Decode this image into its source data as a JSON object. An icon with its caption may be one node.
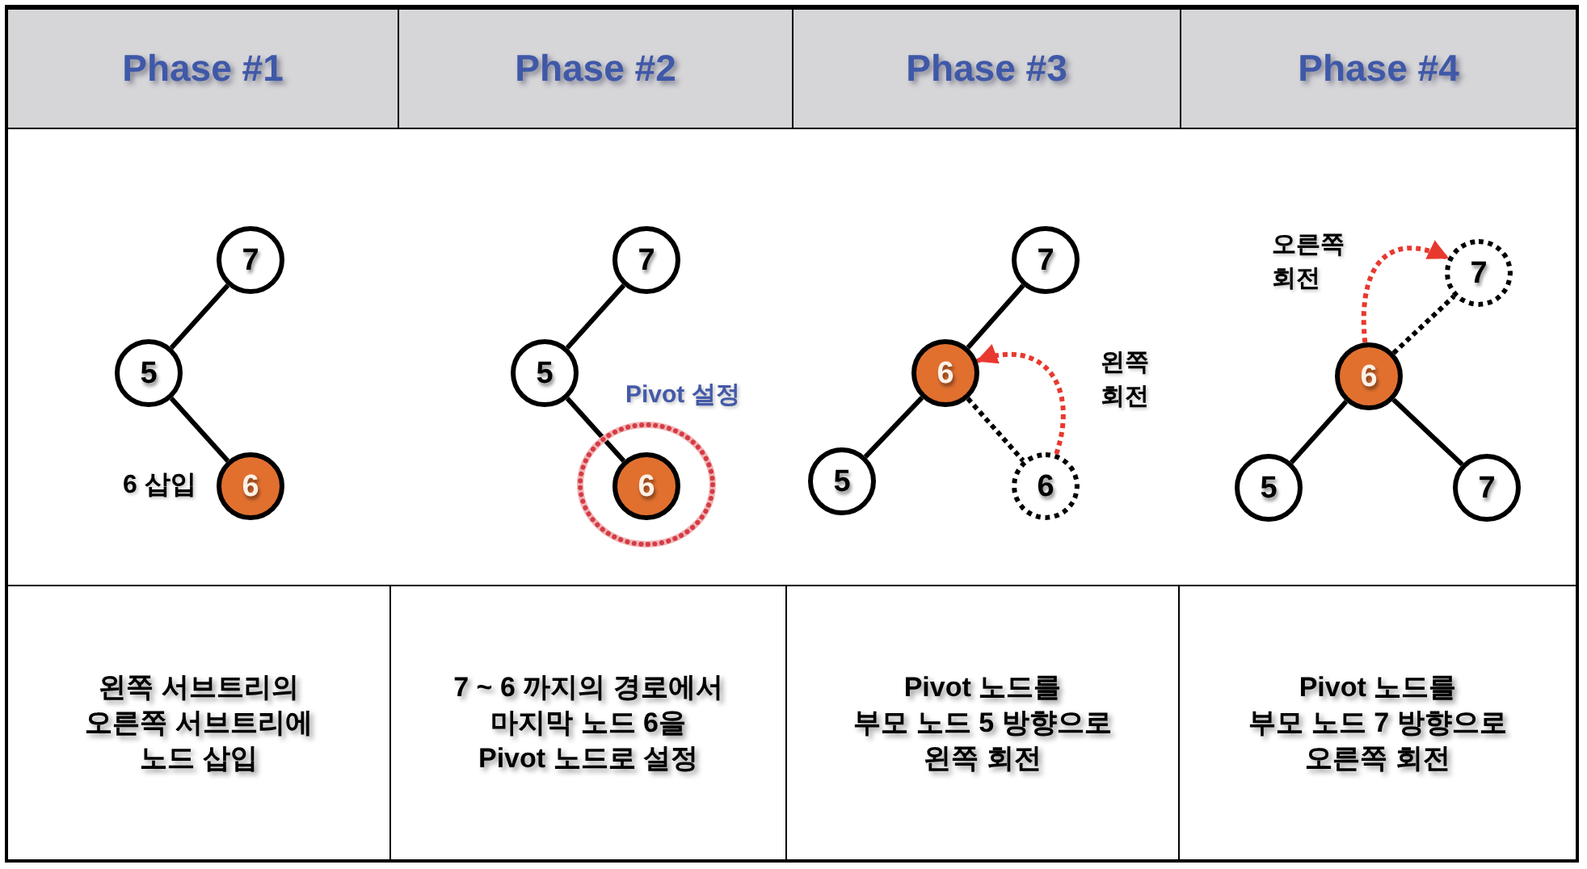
{
  "diagram": {
    "nodes": [
      {
        "text": [
          "7"
        ]
      },
      {
        "text": [
          "5"
        ]
      },
      {
        "text": [
          "6"
        ],
        "beside": [
          "6 삽입"
        ]
      },
      {
        "text": [
          "7"
        ]
      },
      {
        "text": [
          "5"
        ]
      },
      {
        "text": [],
        "shape": "circle",
        "beside": [
          "Pivot 설정"
        ]
      },
      {
        "text": [
          "6"
        ],
        "in": 5
      },
      {
        "text": [
          "7"
        ]
      },
      {
        "text": [
          "6"
        ]
      },
      {
        "text": [
          "5"
        ]
      },
      {
        "text": [
          "6"
        ]
      },
      {
        "text": [
          "7"
        ]
      },
      {
        "text": [
          "6"
        ]
      },
      {
        "text": [
          "5"
        ]
      },
      {
        "text": [
          "7"
        ]
      }
    ],
    "edges": [
      {
        "from": 0,
        "to": 1,
        "arrow": "none"
      },
      {
        "from": 1,
        "to": 2,
        "arrow": "none"
      },
      {
        "from": 3,
        "to": 4,
        "arrow": "none"
      },
      {
        "from": 4,
        "to": 6,
        "arrow": "none"
      },
      {
        "from": 7,
        "to": 8,
        "arrow": "none"
      },
      {
        "from": 8,
        "to": 9,
        "arrow": "none"
      },
      {
        "from": 8,
        "to": 10,
        "arrow": "none",
        "style": "dashed"
      },
      {
        "from": 10,
        "to": 8,
        "arrow": "to",
        "label": "왼쪽 회전",
        "style": "dashed",
        "color": "#e8392f"
      },
      {
        "from": 12,
        "to": 11,
        "arrow": "none",
        "style": "dashed"
      },
      {
        "from": 12,
        "to": 11,
        "arrow": "to",
        "label": "오른쪽 회전",
        "style": "dashed",
        "color": "#e8392f"
      },
      {
        "from": 12,
        "to": 13,
        "arrow": "none"
      },
      {
        "from": 12,
        "to": 14,
        "arrow": "none"
      }
    ],
    "labels": [
      "Phase #1",
      "Phase #2",
      "Phase #3",
      "Phase #4",
      "왼쪽 서브트리의 오른쪽 서브트리에 노드 삽입",
      "7 ~ 6 까지의 경로에서 마지막 노드 6을 Pivot 노드로 설정",
      "Pivot 노드를 부모 노드 5 방향으로 왼쪽 회전",
      "Pivot 노드를 부모 노드 7 방향으로 오른쪽 회전"
    ]
  }
}
